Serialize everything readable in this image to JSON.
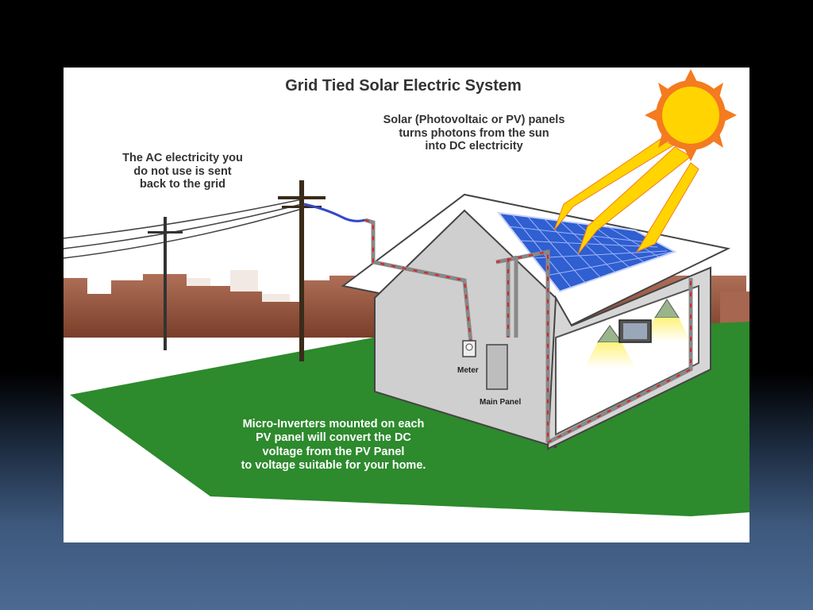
{
  "diagram": {
    "title": "Grid Tied Solar Electric System",
    "solar_note": [
      "Solar (Photovoltaic or PV) panels",
      "turns photons from the sun",
      "into DC electricity"
    ],
    "grid_note": [
      "The AC electricity you",
      "do not use is sent",
      "back to the grid"
    ],
    "inverter_note": [
      "Micro-Inverters mounted on each",
      "PV panel will convert the DC",
      "voltage from the PV Panel",
      "to voltage suitable for your home."
    ],
    "meter_label": "Meter",
    "main_panel_label": "Main Panel"
  },
  "colors": {
    "grass": "#2d8a2d",
    "skyline": "#9a5a42",
    "house_wall": "#cfcfcf",
    "solar_panel": "#2f5fd0",
    "sun": "#ffd400",
    "sun_rays": "#f47b1f",
    "wire_arrow": "#e02020"
  },
  "icons": [
    "sun-icon",
    "solar-panel-icon",
    "utility-pole-icon",
    "electric-meter-icon",
    "main-panel-icon",
    "light-bulb-icon",
    "television-icon"
  ]
}
